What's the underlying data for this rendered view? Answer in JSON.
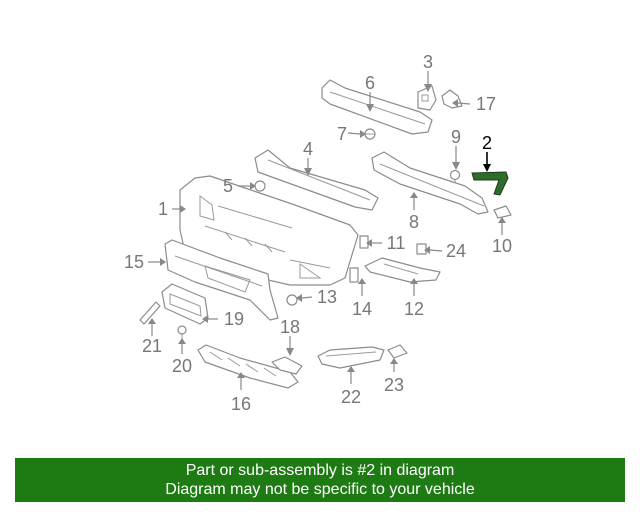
{
  "callouts": {
    "c1": "1",
    "c2": "2",
    "c3": "3",
    "c4": "4",
    "c5": "5",
    "c6": "6",
    "c7": "7",
    "c8": "8",
    "c9": "9",
    "c10": "10",
    "c11": "11",
    "c12": "12",
    "c13": "13",
    "c14": "14",
    "c15": "15",
    "c16": "16",
    "c17": "17",
    "c18": "18",
    "c19": "19",
    "c20": "20",
    "c21": "21",
    "c22": "22",
    "c23": "23",
    "c24": "24"
  },
  "highlighted_part": "2",
  "highlight_color": "#2f6b2a",
  "banner": {
    "line1": "Part or sub-assembly is #2 in diagram",
    "line2": "Diagram may not be specific to your vehicle",
    "color": "#1e7b14"
  }
}
